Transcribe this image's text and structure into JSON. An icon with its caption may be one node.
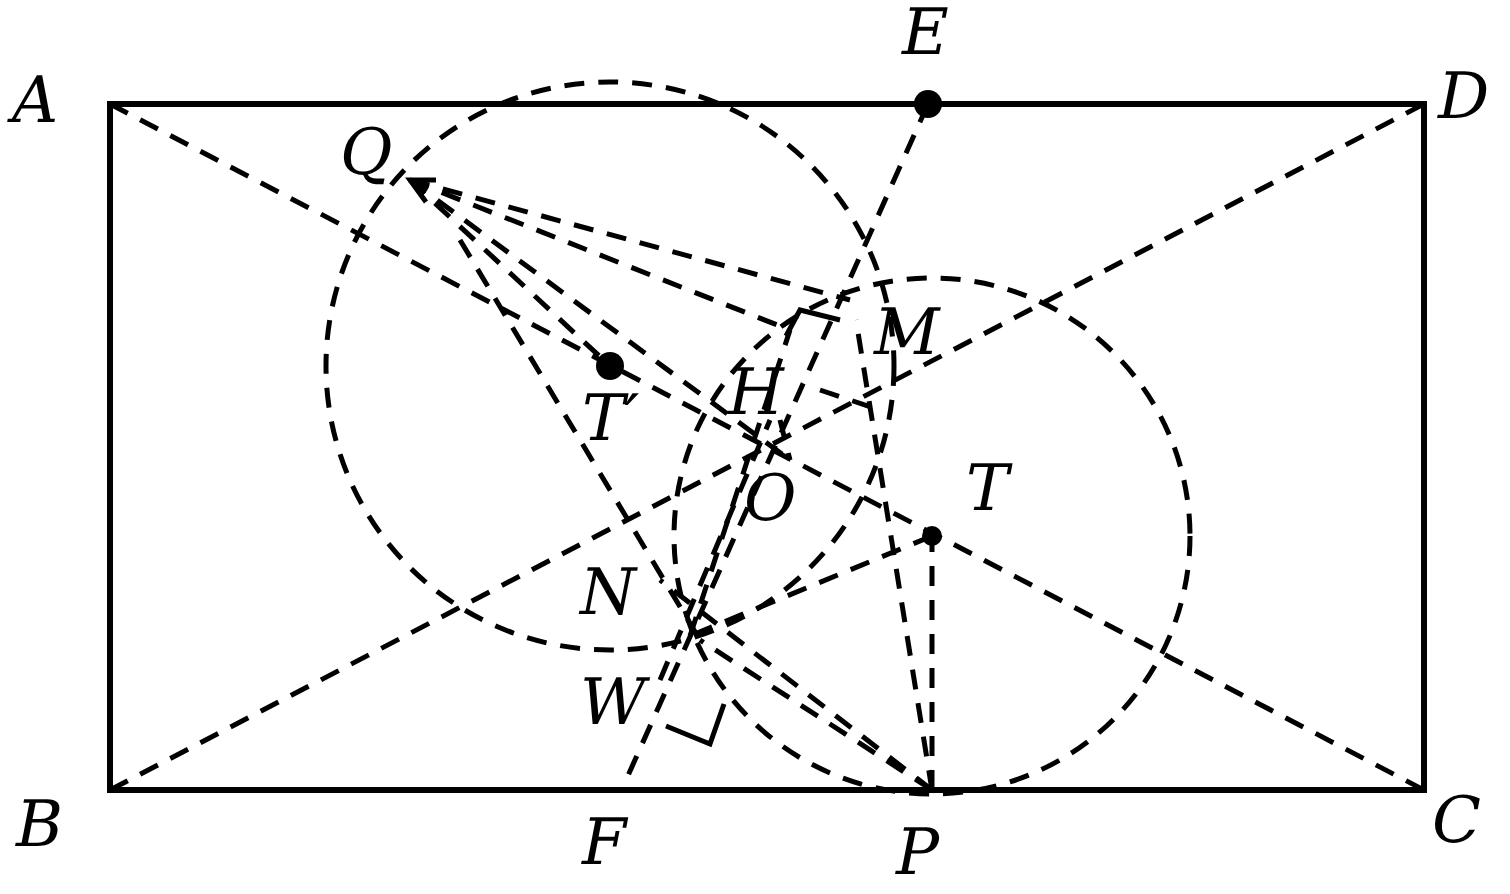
{
  "diagram": {
    "labels": [
      "A",
      "E",
      "D",
      "Q",
      "M",
      "H",
      "T′",
      "O",
      "T",
      "N",
      "W",
      "B",
      "F",
      "P",
      "C"
    ]
  }
}
